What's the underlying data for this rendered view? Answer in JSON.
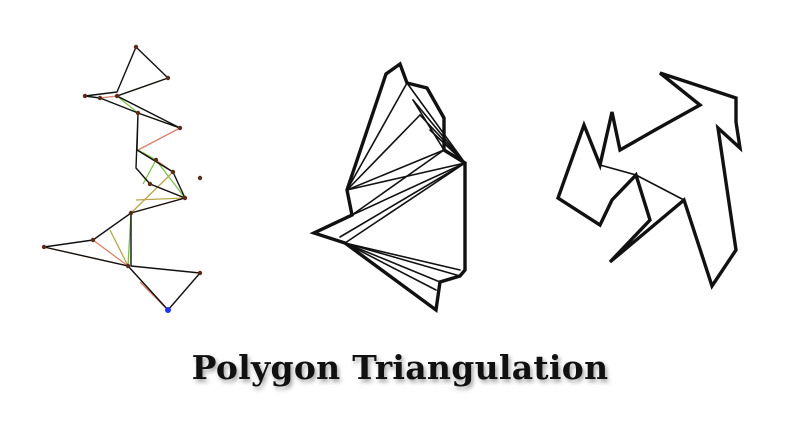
{
  "caption": {
    "title": "Polygon Triangulation"
  },
  "colors": {
    "background": "#ffffff",
    "outline": "#111111",
    "diagonal_green": "#7cc04a",
    "diagonal_red": "#d9826a",
    "diagonal_olive": "#b7a64c",
    "vertex_dot": "#5a2a1a",
    "start_vertex": "#2233ee"
  },
  "figures": [
    {
      "name": "partially-triangulated-polygon",
      "style": "thin outline with colored diagonals and vertex dots"
    },
    {
      "name": "fan-triangulated-polygon",
      "style": "thick outline with fan diagonals"
    },
    {
      "name": "untriangulated-polygon",
      "style": "thick outline, few diagonals"
    }
  ]
}
